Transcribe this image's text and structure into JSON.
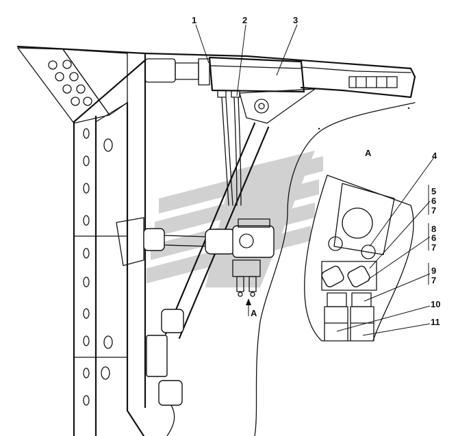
{
  "callouts": [
    {
      "id": "c1",
      "text": "1"
    },
    {
      "id": "c2",
      "text": "2"
    },
    {
      "id": "c3",
      "text": "3"
    },
    {
      "id": "c4",
      "text": "4"
    },
    {
      "id": "c5",
      "text": "5"
    },
    {
      "id": "c6a",
      "text": "6"
    },
    {
      "id": "c7a",
      "text": "7"
    },
    {
      "id": "c8",
      "text": "8"
    },
    {
      "id": "c6b",
      "text": "6"
    },
    {
      "id": "c7b",
      "text": "7"
    },
    {
      "id": "c9",
      "text": "9"
    },
    {
      "id": "c7c",
      "text": "7"
    },
    {
      "id": "c10",
      "text": "10"
    },
    {
      "id": "c11",
      "text": "11"
    }
  ],
  "view_label": "A",
  "arrow_label": "A",
  "colors": {
    "line": "#111111",
    "watermark": "#c9c9c9",
    "background": "#ffffff"
  }
}
